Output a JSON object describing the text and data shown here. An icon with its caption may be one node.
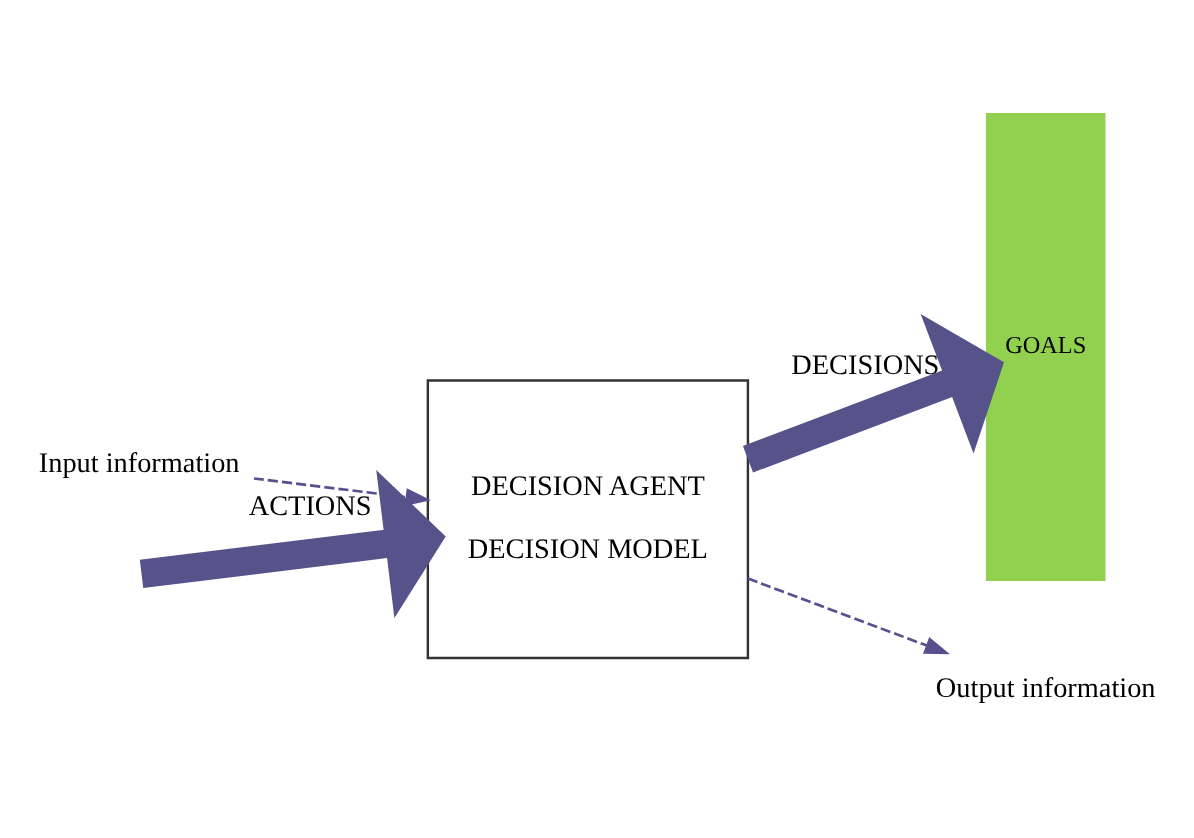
{
  "diagram": {
    "nodes": [
      {
        "text": [
          "Input information"
        ]
      },
      {
        "text": [
          "DECISION AGENT",
          "DECISION MODEL"
        ]
      },
      {
        "text": [
          "GOALS"
        ]
      },
      {
        "text": [
          "Output information"
        ]
      }
    ],
    "edges": [
      {
        "from": 0,
        "to": 1,
        "arrow": "to",
        "style": "dashed"
      },
      {
        "from": null,
        "to": 1,
        "arrow": "to",
        "label": "ACTIONS",
        "style": "thick"
      },
      {
        "from": 1,
        "to": 2,
        "arrow": "to",
        "label": "DECISIONS",
        "style": "thick"
      },
      {
        "from": 1,
        "to": 3,
        "arrow": "to",
        "style": "dashed"
      }
    ]
  }
}
